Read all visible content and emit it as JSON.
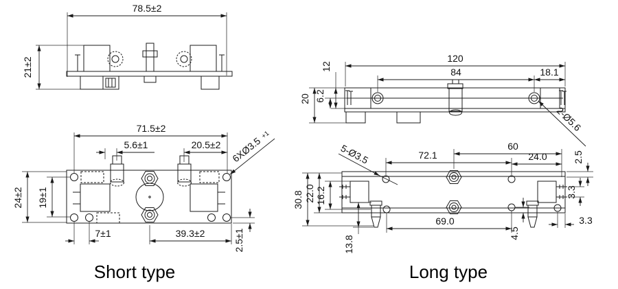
{
  "page": {
    "background": "#ffffff",
    "line_color": "#1a1a1a"
  },
  "figures": {
    "short": {
      "caption": "Short type",
      "side_view": {
        "width": "78.5±2",
        "height": "21±2"
      },
      "bottom_view": {
        "width": "71.5±2",
        "port_offset": "5.6±1",
        "hole_inset": "20.5±2",
        "holes_note": "6XØ3.5",
        "holes_note_tolerance": "+1",
        "height": "24±2",
        "hole_row_spacing": "19±1",
        "hole_pitch": "7±1",
        "center_to_edge": "39.3±2",
        "edge_margin": "2.5±1"
      }
    },
    "long": {
      "caption": "Long type",
      "side_view": {
        "length": "120",
        "hole_span": "84",
        "hole_to_end": "18.1",
        "rail_height": "12",
        "overall_height": "20",
        "hole_depth": "6.2",
        "mount_holes_note": "2-Ø5.6"
      },
      "bottom_view": {
        "holes_note": "5-Ø3.5",
        "left_hole_span": "72.1",
        "right_span": "60",
        "right_inner_span": "24.0",
        "top_edge_offset": "2.5",
        "pin_spacing": "3.3",
        "corner_offset": "3.3",
        "bottom_hole_span": "69.0",
        "hole_edge_offset": "4.5",
        "overall_height": "30.8",
        "body_height": "22.0",
        "block_height": "16.2",
        "barb_drop": "13.8"
      }
    }
  }
}
